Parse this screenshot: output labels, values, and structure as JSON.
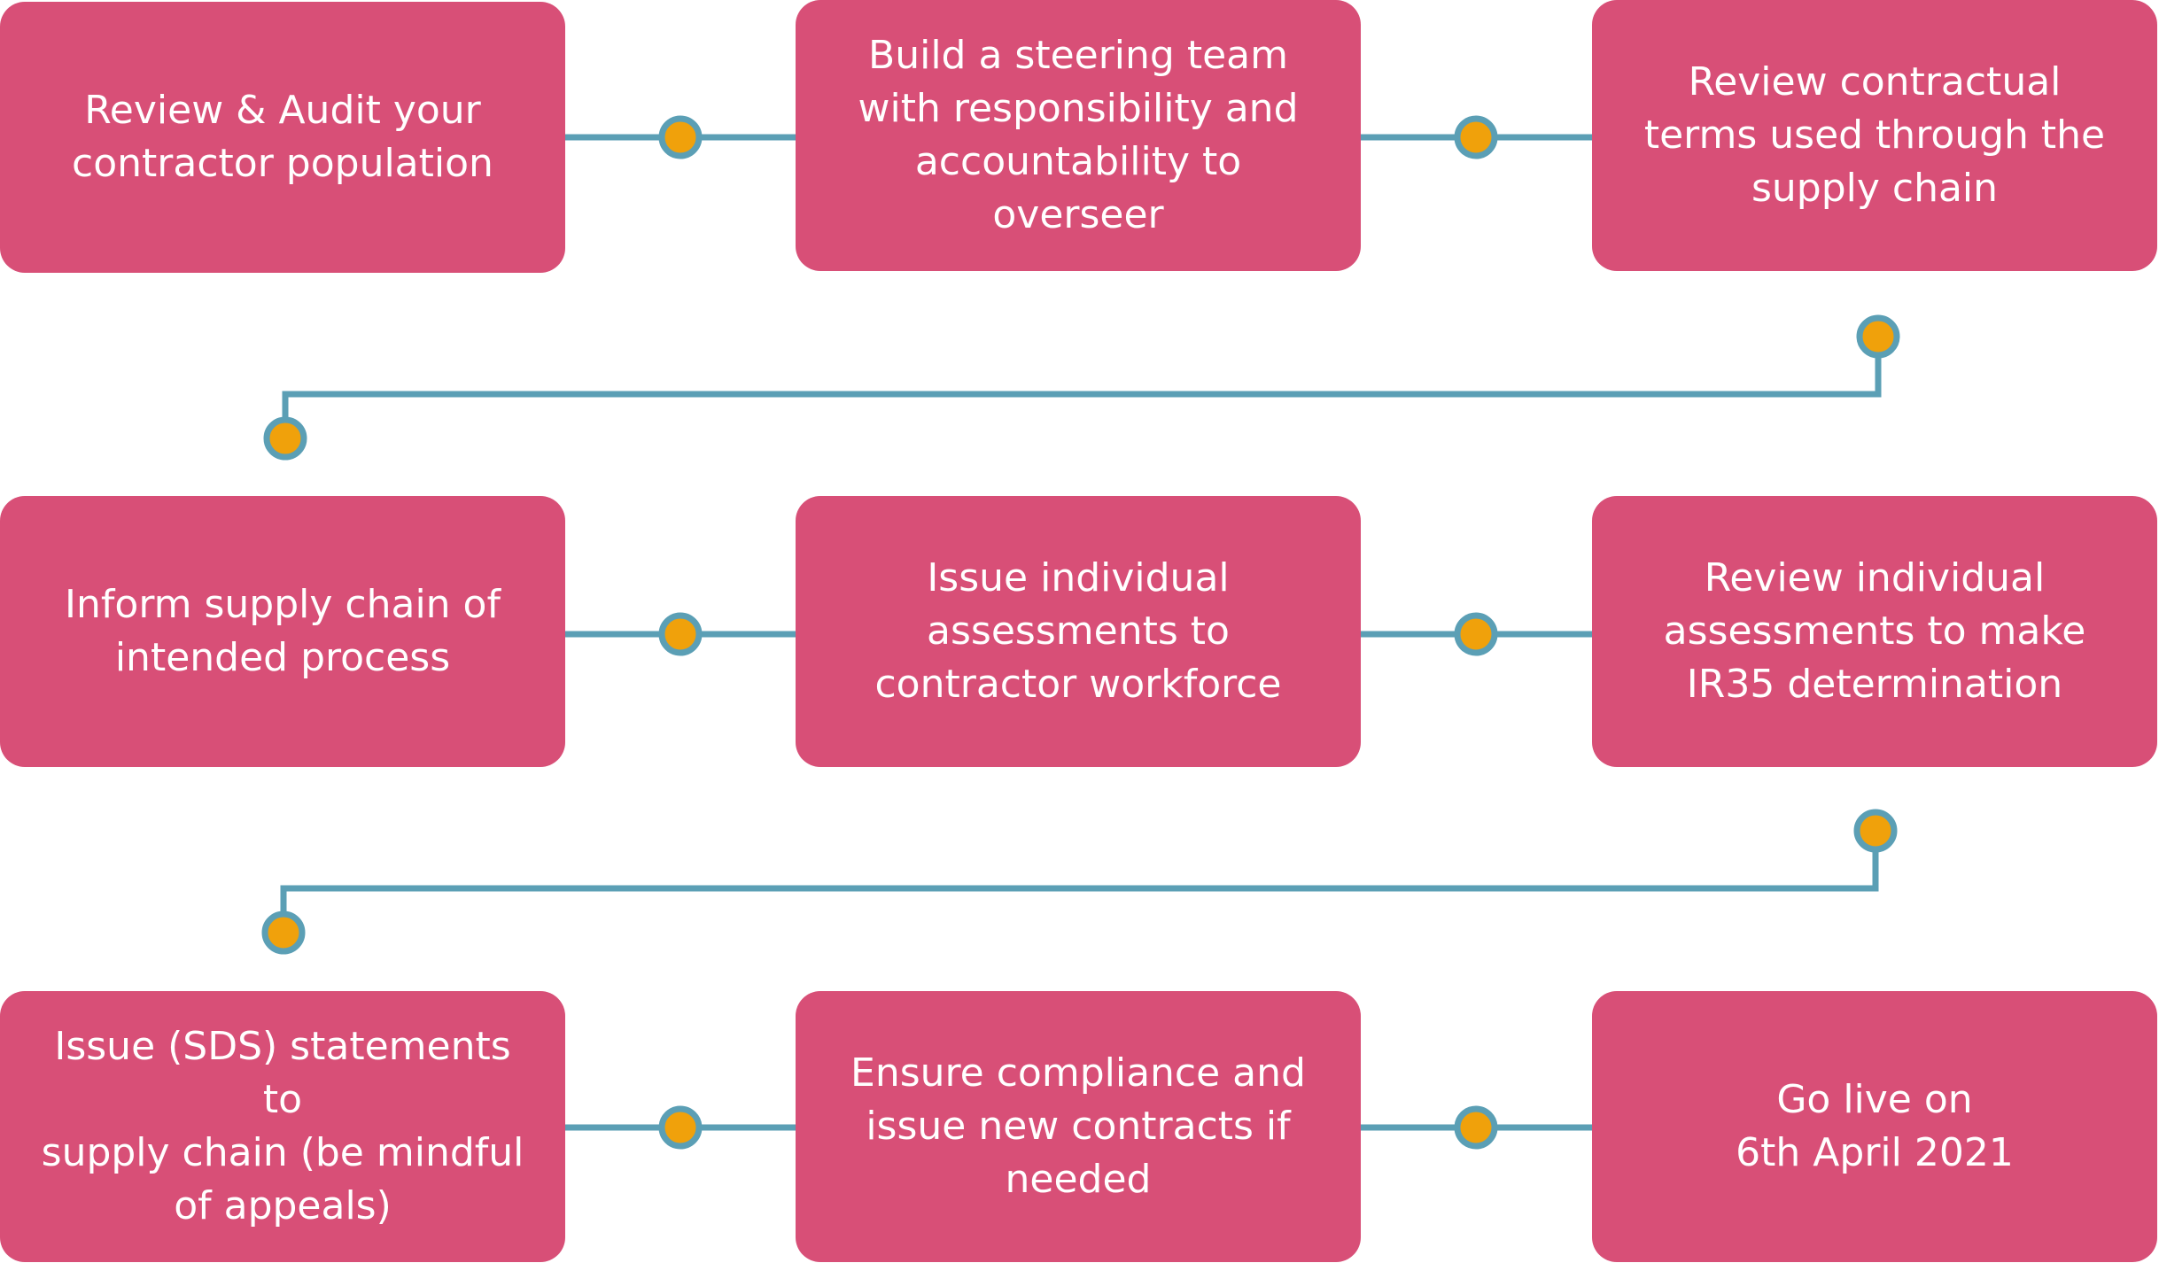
{
  "colors": {
    "card": "#d84f77",
    "connector": "#5b9fb5",
    "dot": "#f0a10b",
    "card_text": "#ffffff"
  },
  "steps": [
    {
      "text": "Review & Audit your\ncontractor population"
    },
    {
      "text": "Build a steering team\nwith responsibility and\naccountability to overseer"
    },
    {
      "text": "Review contractual\nterms used through the\nsupply chain"
    },
    {
      "text": "Inform supply chain of\nintended process"
    },
    {
      "text": "Issue individual\nassessments to\ncontractor workforce"
    },
    {
      "text": "Review individual\nassessments to make\nIR35 determination"
    },
    {
      "text": "Issue (SDS) statements to\nsupply chain (be mindful\nof appeals)"
    },
    {
      "text": "Ensure compliance and\nissue new contracts if\nneeded"
    },
    {
      "text": "Go live on\n6th April 2021"
    }
  ]
}
